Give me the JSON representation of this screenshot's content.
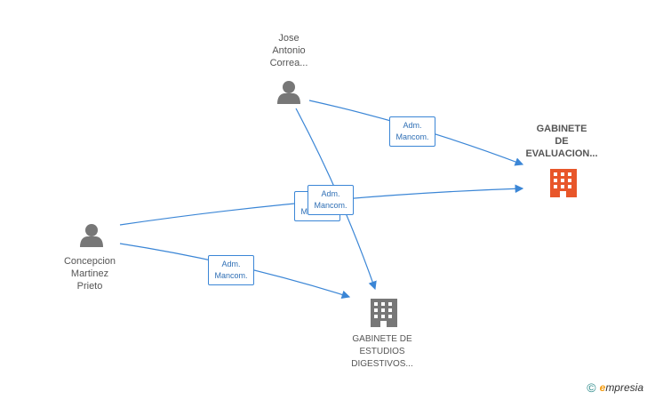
{
  "nodes": {
    "person_top": {
      "lines": [
        "Jose",
        "Antonio",
        "Correa..."
      ],
      "icon": "person-icon"
    },
    "person_left": {
      "lines": [
        "Concepcion",
        "Martinez",
        "Prieto"
      ],
      "icon": "person-icon"
    },
    "company_right": {
      "lines": [
        "GABINETE",
        "DE",
        "EVALUACION..."
      ],
      "icon": "building-icon",
      "color": "#e8562a"
    },
    "company_bottom": {
      "lines": [
        "GABINETE DE",
        "ESTUDIOS",
        "DIGESTIVOS..."
      ],
      "icon": "building-icon",
      "color": "#777777"
    }
  },
  "edge_labels": [
    {
      "line1": "Adm.",
      "line2": "Mancom."
    },
    {
      "line1": "Adm.",
      "line2": "Mancom."
    },
    {
      "line1": "Adm.",
      "line2": "Mancom."
    },
    {
      "line1": "Adm.",
      "line2": "Mancom."
    }
  ],
  "colors": {
    "edge": "#3b86d6",
    "person": "#777777"
  },
  "footer": {
    "copyright": "©",
    "brand_initial": "e",
    "brand_rest": "mpresia"
  }
}
